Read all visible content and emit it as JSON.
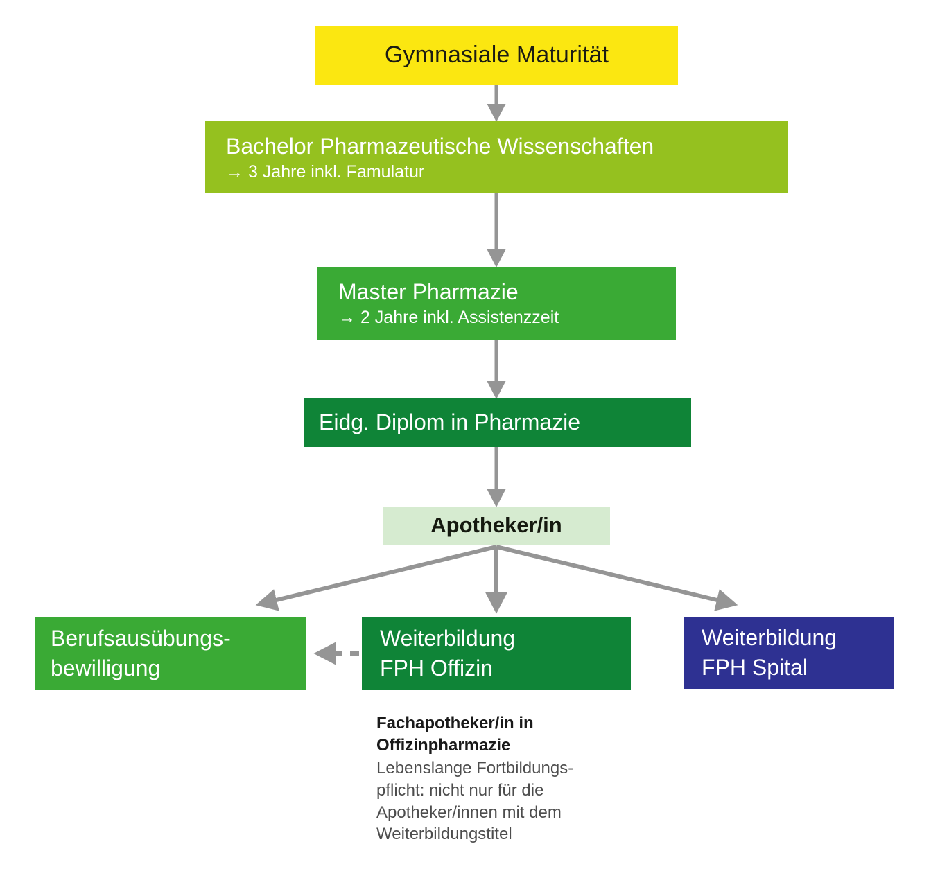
{
  "diagram": {
    "title_semantic": "pharmacy-education-pathway-flowchart",
    "colors": {
      "maturitaet": "#fbe711",
      "bachelor": "#95c11f",
      "master": "#3aaa35",
      "diplom": "#0f8437",
      "apotheker": "#d6ebd0",
      "berufsausuebung": "#3aaa35",
      "fph_offizin": "#0f8437",
      "fph_spital": "#2e3192",
      "arrow": "#959595",
      "caption_head": "#1a1a1a",
      "caption_body": "#4d4d4d"
    },
    "nodes": {
      "maturitaet": {
        "title": "Gymnasiale Maturität"
      },
      "bachelor": {
        "title": "Bachelor Pharmazeutische Wissenschaften",
        "sub": "→ 3 Jahre inkl. Famulatur"
      },
      "master": {
        "title": "Master Pharmazie",
        "sub": "→ 2 Jahre inkl. Assistenzzeit"
      },
      "diplom": {
        "title": "Eidg. Diplom in Pharmazie"
      },
      "apotheker": {
        "title": "Apotheker/in"
      },
      "berufsausuebung": {
        "title": "Berufsausübungs-\nbewilligung"
      },
      "fph_offizin": {
        "title": "Weiterbildung\nFPH Offizin"
      },
      "fph_spital": {
        "title": "Weiterbildung\nFPH Spital"
      }
    },
    "caption_offizin": {
      "head": "Fachapotheker/in in\nOffizinpharmazie",
      "body": "Lebenslange Fortbildungs-\npflicht: nicht nur für die\nApotheker/innen mit dem\nWeiterbildungstitel"
    }
  }
}
